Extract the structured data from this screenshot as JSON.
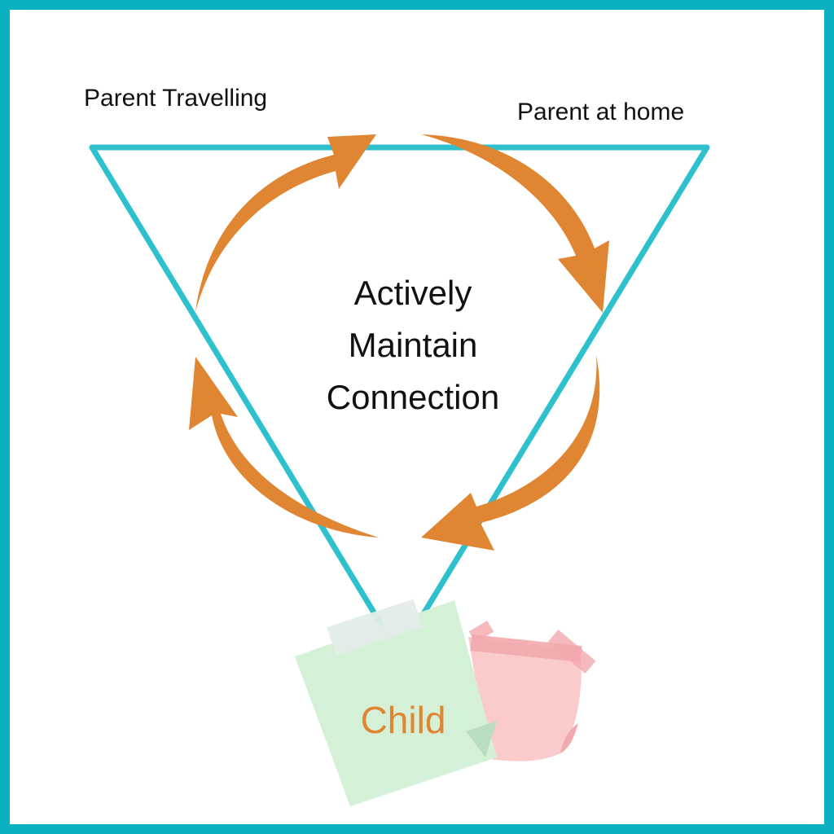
{
  "labels": {
    "parent_travelling": "Parent Travelling",
    "parent_home": "Parent at home",
    "center_line1": "Actively",
    "center_line2": "Maintain",
    "center_line3": "Connection",
    "child": "Child"
  },
  "colors": {
    "frame": "#0aafc2",
    "triangle": "#2ec0cc",
    "arrow": "#e08532",
    "child_text": "#e08532",
    "note_green": "#d4f1d8",
    "note_pink": "#fbcaca",
    "tape_grey": "#e3ece8",
    "tape_pink": "#f2a9ad"
  },
  "icons": [
    "cycle-arrow-icon",
    "sticky-note-icon",
    "tape-icon"
  ]
}
